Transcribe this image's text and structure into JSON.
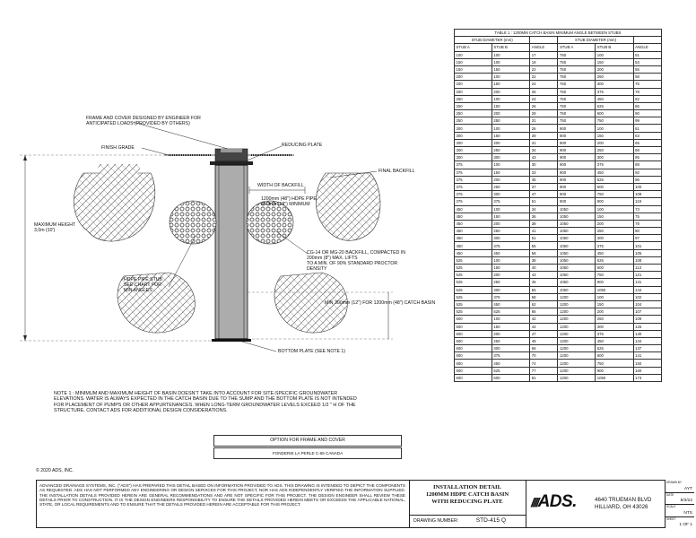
{
  "table": {
    "title": "TABLE 1 : 1200MM CATCH BASIN MINIMUM ANGLE BETWEEN STUBS",
    "group_header": "STUB DIAMETER (mm)",
    "col_headers": [
      "STUB A",
      "STUB B",
      "ANGLE"
    ],
    "rows": [
      [
        "100",
        "100",
        "17",
        "750",
        "100",
        "51"
      ],
      [
        "150",
        "100",
        "19",
        "750",
        "150",
        "53"
      ],
      [
        "150",
        "150",
        "22",
        "750",
        "200",
        "55"
      ],
      [
        "200",
        "100",
        "22",
        "750",
        "250",
        "58"
      ],
      [
        "200",
        "150",
        "24",
        "750",
        "300",
        "75"
      ],
      [
        "200",
        "200",
        "26",
        "750",
        "375",
        "78"
      ],
      [
        "250",
        "100",
        "24",
        "750",
        "450",
        "82"
      ],
      [
        "250",
        "150",
        "26",
        "750",
        "525",
        "86"
      ],
      [
        "250",
        "200",
        "29",
        "750",
        "600",
        "90"
      ],
      [
        "250",
        "250",
        "31",
        "750",
        "750",
        "99"
      ],
      [
        "300",
        "100",
        "26",
        "900",
        "100",
        "61"
      ],
      [
        "300",
        "150",
        "29",
        "900",
        "150",
        "63"
      ],
      [
        "300",
        "200",
        "31",
        "900",
        "200",
        "65"
      ],
      [
        "300",
        "250",
        "34",
        "900",
        "250",
        "68"
      ],
      [
        "300",
        "300",
        "43",
        "900",
        "300",
        "85"
      ],
      [
        "375",
        "100",
        "30",
        "900",
        "375",
        "88"
      ],
      [
        "375",
        "150",
        "33",
        "900",
        "450",
        "92"
      ],
      [
        "375",
        "200",
        "35",
        "900",
        "525",
        "96"
      ],
      [
        "375",
        "250",
        "37",
        "900",
        "600",
        "100"
      ],
      [
        "375",
        "300",
        "47",
        "900",
        "750",
        "109"
      ],
      [
        "375",
        "375",
        "51",
        "900",
        "900",
        "119"
      ],
      [
        "450",
        "100",
        "34",
        "1050",
        "100",
        "73"
      ],
      [
        "450",
        "150",
        "36",
        "1050",
        "150",
        "75"
      ],
      [
        "450",
        "200",
        "38",
        "1050",
        "200",
        "78"
      ],
      [
        "450",
        "250",
        "41",
        "1050",
        "250",
        "80"
      ],
      [
        "450",
        "300",
        "51",
        "1050",
        "300",
        "97"
      ],
      [
        "450",
        "375",
        "55",
        "1050",
        "375",
        "101"
      ],
      [
        "450",
        "450",
        "58",
        "1050",
        "450",
        "105"
      ],
      [
        "525",
        "100",
        "38",
        "1050",
        "525",
        "108"
      ],
      [
        "525",
        "150",
        "40",
        "1050",
        "600",
        "113"
      ],
      [
        "525",
        "200",
        "43",
        "1050",
        "750",
        "121"
      ],
      [
        "525",
        "250",
        "45",
        "1050",
        "900",
        "131"
      ],
      [
        "525",
        "300",
        "55",
        "1050",
        "1050",
        "144"
      ],
      [
        "525",
        "375",
        "58",
        "1200",
        "100",
        "102"
      ],
      [
        "525",
        "450",
        "62",
        "1200",
        "150",
        "104"
      ],
      [
        "525",
        "525",
        "66",
        "1200",
        "200",
        "107"
      ],
      [
        "600",
        "100",
        "42",
        "1200",
        "250",
        "109"
      ],
      [
        "600",
        "150",
        "44",
        "1200",
        "300",
        "126"
      ],
      [
        "600",
        "200",
        "47",
        "1200",
        "375",
        "130"
      ],
      [
        "600",
        "250",
        "49",
        "1200",
        "450",
        "134"
      ],
      [
        "600",
        "300",
        "66",
        "1200",
        "525",
        "137"
      ],
      [
        "600",
        "375",
        "70",
        "1200",
        "600",
        "141"
      ],
      [
        "600",
        "450",
        "74",
        "1200",
        "750",
        "150"
      ],
      [
        "600",
        "525",
        "77",
        "1200",
        "900",
        "160"
      ],
      [
        "600",
        "600",
        "81",
        "1200",
        "1050",
        "173"
      ]
    ]
  },
  "drawing": {
    "frame_cover": "FRAME AND COVER DESIGNED BY ENGINEER FOR\nANTICIPATED LOADS (PROVIDED BY OTHERS)",
    "finish_grade": "FINISH GRADE",
    "reducing_plate": "REDUCING PLATE",
    "final_backfill": "FINAL BACKFILL",
    "width_of_backfill": "WIDTH OF BACKFILL",
    "hdpe_pipe": "1200mm (48\") HDPE PIPE\n450mm (18\") MINIMUM",
    "max_height": "MAXIMUM HEIGHT\n3,0m (10')",
    "cg14": "CG-14 OR MG-20 BACKFILL, COMPACTED IN\n200mm (8\") MAX. LIFTS\nTO A MIN. OF 90% STANDARD PROCTOR\nDENSITY",
    "hdpe_stub": "HDPE PIPE STUB\nSEE CHART FOR\nMIN ANGLES",
    "min_300": "MIN 300mm (12\") FOR 1200mm (48\") CATCH BASIN",
    "bottom_plate": "BOTTOM PLATE (SEE NOTE 1)"
  },
  "note": "NOTE 1 : MINIMUM AND MAXIMUM HEIGHT OF BASIN DOESN'T TAKE INTO ACCOUNT FOR SITE-SPECIFIC GROUNDWATER\nELEVATIONS. WATER IS ALWAYS EXPECTED IN THE CATCH BASIN DUE TO THE SUMP AND THE BOTTOM PLATE IS NOT INTENDED\nFOR PLACEMENT OF PUMPS OR OTHER APPURTENANCES. WHEN LONG-TERM GROUNDWATER LEVELS EXCEED 1/2 \" H OF THE\nSTRUCTURE, CONTACT ADS FOR ADDITIONAL DESIGN CONSIDERATIONS.",
  "option": {
    "header": "OPTION FOR FRAME AND COVER",
    "value": "FONDERIE LA PERLE C-65 CANADA"
  },
  "copyright": "© 2020 ADS, INC.",
  "title_block": {
    "disclaimer": "ADVANCED DRAINAGE SYSTEMS, INC. (\"ADS\") HAS PREPARED THIS DETAIL BASED ON INFORMATION PROVIDED TO ADS. THIS DRAWING IS INTENDED TO DEPICT THE COMPONENTS AS REQUESTED. ADS HAS NOT PERFORMED ANY ENGINEERING OR DESIGN SERVICES FOR THIS PROJECT, NOR HAS ADS INDEPENDENTLY VERIFIED THE INFORMATION SUPPLIED. THE INSTALLATION DETAILS PROVIDED HEREIN ARE GENERAL RECOMMENDATIONS AND ARE NOT SPECIFIC FOR THIS PROJECT. THE DESIGN ENGINEER SHALL REVIEW THESE DETAILS PRIOR TO CONSTRUCTION. IT IS THE DESIGN ENGINEERS RESPONSIBILITY TO ENSURE THE DETAILS PROVIDED HEREIN MEETS OR EXCEEDS THE APPLICABLE NATIONAL, STATE, OR LOCAL REQUIREMENTS AND TO ENSURE THAT THE DETAILS PROVIDED HEREIN ARE ACCEPTABLE FOR THIS PROJECT.",
    "title": "INSTALLATION DETAIL\n1200MM HDPE CATCH BASIN\nWITH REDUCING PLATE",
    "drawing_number_label": "DRAWING NUMBER:",
    "drawing_number": "STD-415 Q",
    "logo": "ADS.",
    "address": "4640 TRUEMAN BLVD\nHILLIARD, OH 43026",
    "drawn_by_label": "DRAWN BY",
    "drawn_by": "AYT",
    "date_label": "DATE",
    "date": "8/3/22",
    "scale_label": "SCALE",
    "scale": "NTS",
    "sheet_label": "SHEET",
    "sheet": "1 OF 1"
  }
}
